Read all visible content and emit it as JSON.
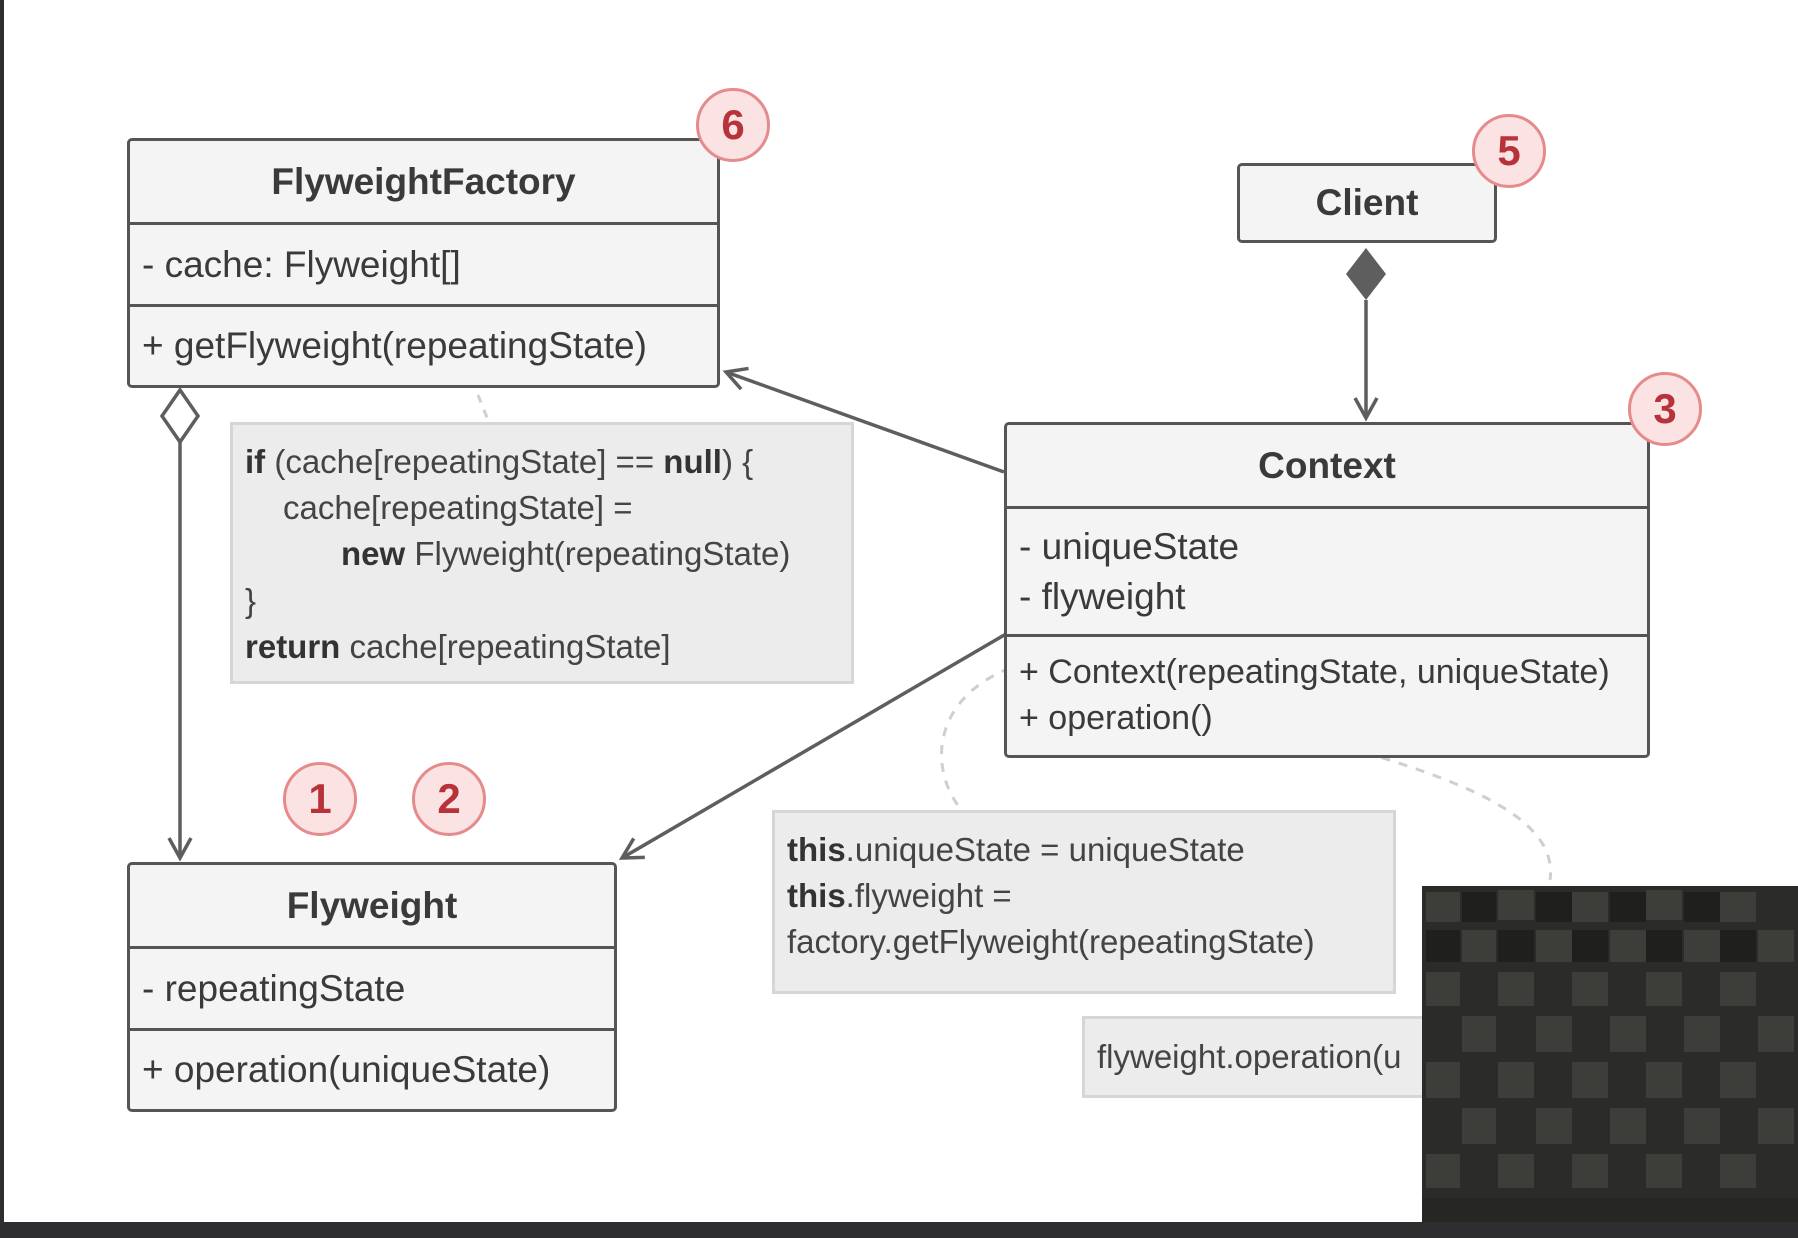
{
  "diagram": {
    "classes": {
      "flyweight_factory": {
        "name": "FlyweightFactory",
        "fields": [
          "- cache: Flyweight[]"
        ],
        "methods": [
          "+ getFlyweight(repeatingState)"
        ]
      },
      "client": {
        "name": "Client"
      },
      "context": {
        "name": "Context",
        "fields": [
          "- uniqueState",
          "- flyweight"
        ],
        "methods": [
          "+ Context(repeatingState, uniqueState)",
          "+ operation()"
        ]
      },
      "flyweight": {
        "name": "Flyweight",
        "fields": [
          "- repeatingState"
        ],
        "methods": [
          "+ operation(uniqueState)"
        ]
      }
    },
    "notes": {
      "factory_code": {
        "line1_kw": "if",
        "line1_mid": " (cache[repeatingState] == ",
        "line1_kw2": "null",
        "line1_end": ") {",
        "line2": "cache[repeatingState] =",
        "line3_kw": "new",
        "line3_rest": " Flyweight(repeatingState)",
        "line4": "}",
        "line5_kw": "return",
        "line5_rest": " cache[repeatingState]"
      },
      "context_code": {
        "line1_kw": "this",
        "line1_rest": ".uniqueState = uniqueState",
        "line2_kw": "this",
        "line2_rest": ".flyweight =",
        "line3": "factory.getFlyweight(repeatingState)"
      },
      "operation_code": {
        "text": "flyweight.operation(u"
      }
    },
    "badges": [
      "6",
      "5",
      "3",
      "1",
      "2"
    ]
  },
  "colors": {
    "line": "#5e5e5e",
    "class_fill": "#f4f4f4",
    "note_fill": "#ececec",
    "badge_text": "#b8323a",
    "badge_fill": "#fbe3e3"
  }
}
